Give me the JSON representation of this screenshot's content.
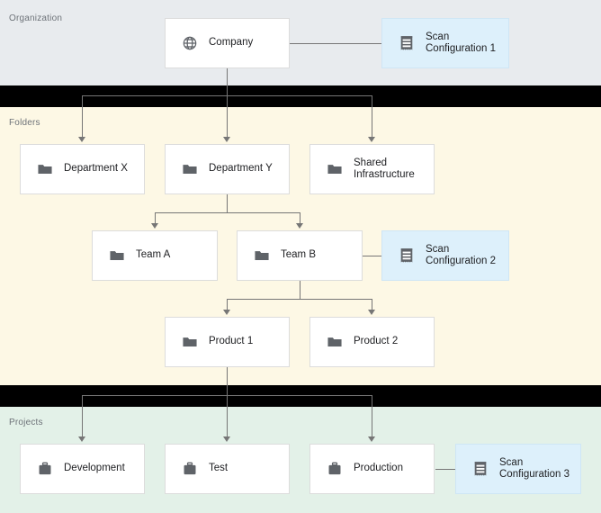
{
  "diagram": {
    "title": "Organization / Folders / Projects hierarchy with scan configurations",
    "colors": {
      "organization_band": "#e8ebee",
      "folders_band": "#fdf8e5",
      "projects_band": "#e3f1e8",
      "divider_band": "#000000",
      "node_fill": "#ffffff",
      "node_border": "#dcdcdc",
      "scan_node_fill": "#ddf0fb",
      "scan_node_border": "#cfe6f5",
      "connector": "#767676",
      "label_text": "#6d7278",
      "node_text": "#202124",
      "icon": "#5f6368"
    }
  },
  "sections": {
    "organization": {
      "label": "Organization"
    },
    "folders": {
      "label": "Folders"
    },
    "projects": {
      "label": "Projects"
    }
  },
  "nodes": {
    "company": {
      "label": "Company",
      "icon": "globe-icon"
    },
    "scan_config_1": {
      "label": "Scan\nConfiguration 1",
      "icon": "scan-configuration-icon"
    },
    "department_x": {
      "label": "Department X",
      "icon": "folder-icon"
    },
    "department_y": {
      "label": "Department Y",
      "icon": "folder-icon"
    },
    "shared_infra": {
      "label": "Shared\nInfrastructure",
      "icon": "folder-icon"
    },
    "team_a": {
      "label": "Team A",
      "icon": "folder-icon"
    },
    "team_b": {
      "label": "Team B",
      "icon": "folder-icon"
    },
    "scan_config_2": {
      "label": "Scan\nConfiguration 2",
      "icon": "scan-configuration-icon"
    },
    "product_1": {
      "label": "Product 1",
      "icon": "folder-icon"
    },
    "product_2": {
      "label": "Product 2",
      "icon": "folder-icon"
    },
    "development": {
      "label": "Development",
      "icon": "briefcase-icon"
    },
    "test": {
      "label": "Test",
      "icon": "briefcase-icon"
    },
    "production": {
      "label": "Production",
      "icon": "briefcase-icon"
    },
    "scan_config_3": {
      "label": "Scan\nConfiguration 3",
      "icon": "scan-configuration-icon"
    }
  },
  "edges": [
    {
      "from": "company",
      "to": "scan_config_1",
      "type": "association"
    },
    {
      "from": "company",
      "to": "department_x",
      "type": "hierarchy"
    },
    {
      "from": "company",
      "to": "department_y",
      "type": "hierarchy"
    },
    {
      "from": "company",
      "to": "shared_infra",
      "type": "hierarchy"
    },
    {
      "from": "department_y",
      "to": "team_a",
      "type": "hierarchy"
    },
    {
      "from": "department_y",
      "to": "team_b",
      "type": "hierarchy"
    },
    {
      "from": "team_b",
      "to": "scan_config_2",
      "type": "association"
    },
    {
      "from": "team_b",
      "to": "product_1",
      "type": "hierarchy"
    },
    {
      "from": "team_b",
      "to": "product_2",
      "type": "hierarchy"
    },
    {
      "from": "product_1",
      "to": "development",
      "type": "hierarchy"
    },
    {
      "from": "product_1",
      "to": "test",
      "type": "hierarchy"
    },
    {
      "from": "product_1",
      "to": "production",
      "type": "hierarchy"
    },
    {
      "from": "production",
      "to": "scan_config_3",
      "type": "association"
    }
  ]
}
